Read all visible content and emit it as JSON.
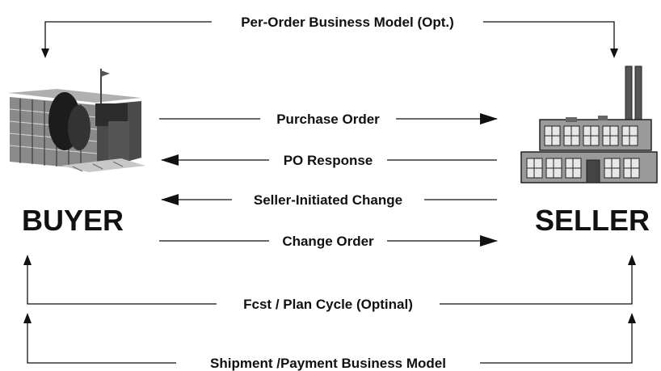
{
  "top_flow": {
    "label": "Per-Order Business Model (Opt.)"
  },
  "buyer": {
    "label": "BUYER",
    "icon": "office-building-icon"
  },
  "seller": {
    "label": "SELLER",
    "icon": "factory-icon"
  },
  "messages": [
    {
      "label": "Purchase Order",
      "direction": "to-seller"
    },
    {
      "label": "PO Response",
      "direction": "to-buyer"
    },
    {
      "label": "Seller-Initiated Change",
      "direction": "to-buyer"
    },
    {
      "label": "Change Order",
      "direction": "to-seller"
    }
  ],
  "bottom_flows": [
    {
      "label": "Fcst / Plan Cycle (Optinal)"
    },
    {
      "label": "Shipment /Payment Business Model"
    }
  ],
  "colors": {
    "line": "#111111",
    "text": "#111111",
    "background": "#ffffff"
  }
}
